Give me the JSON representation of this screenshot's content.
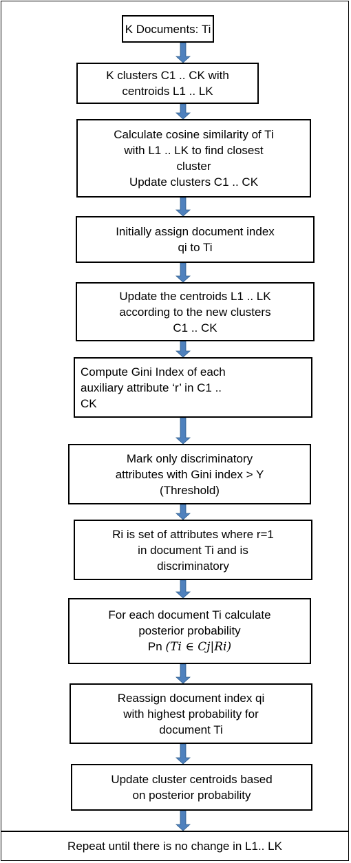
{
  "colors": {
    "arrow": "#4F81BD",
    "arrow_edge": "#2E5C8A",
    "border": "#000000"
  },
  "steps": [
    {
      "lines": [
        "K Documents: Ti"
      ]
    },
    {
      "lines": [
        "K clusters C1 .. CK with",
        "centroids L1 .. LK"
      ]
    },
    {
      "lines": [
        "Calculate cosine similarity of Ti",
        "with L1 .. LK to find closest",
        "cluster",
        "Update clusters C1 .. CK"
      ]
    },
    {
      "lines": [
        "Initially assign document index",
        "qi to Ti"
      ]
    },
    {
      "lines": [
        "Update the centroids L1 .. LK",
        "according to the new clusters",
        "C1 .. CK"
      ]
    },
    {
      "lines": [
        "Compute Gini Index of each",
        "auxiliary attribute ‘r’ in C1 ..",
        "CK"
      ]
    },
    {
      "lines": [
        "Mark only discriminatory",
        "attributes with Gini index > Y",
        "(Threshold)"
      ]
    },
    {
      "lines": [
        "Ri is set of attributes where r=1",
        "in document Ti and is",
        "discriminatory"
      ]
    },
    {
      "lines": [
        "For each document Ti calculate",
        "posterior probability"
      ],
      "formula": {
        "prefix": "Pn",
        "expr": "(Ti ∈ Cj|Ri)"
      }
    },
    {
      "lines": [
        "Reassign document index qi",
        "with highest probability for",
        "document Ti"
      ]
    },
    {
      "lines": [
        "Update cluster centroids based",
        "on posterior probability"
      ]
    }
  ],
  "final_step": "Repeat until there is no change in L1.. LK"
}
